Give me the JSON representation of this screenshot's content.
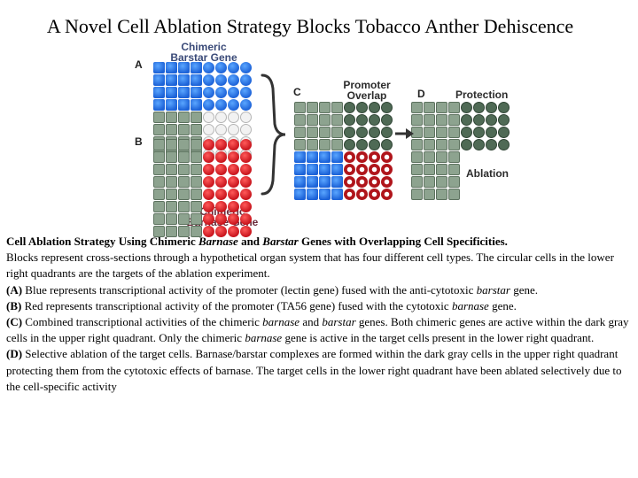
{
  "title": "A Novel Cell Ablation Strategy Blocks Tobacco Anther Dehiscence",
  "figure": {
    "labels": {
      "a": "A",
      "b": "B",
      "c": "C",
      "d": "D"
    },
    "chimeric_barstar": [
      "Chimeric",
      "Barstar Gene"
    ],
    "chimeric_barnase": [
      "Chimeric",
      "Barnase Gene"
    ],
    "promoter_overlap": [
      "Promoter",
      "Overlap"
    ],
    "protection": "Protection",
    "ablation": "Ablation",
    "colors": {
      "barstar": "#1d63d8",
      "barnase": "#c8141c",
      "light_gray": "#8da38f",
      "dark_gray": "#4f6a55"
    }
  },
  "caption": {
    "heading": {
      "p1": "Cell Ablation Strategy Using Chimeric ",
      "barnase": "Barnase",
      "p2": " and ",
      "barstar": "Barstar",
      "p3": " Genes with Overlapping Cell Specificities."
    },
    "intro": "Blocks represent cross-sections through a hypothetical organ system that has four different cell types. The circular cells in the lower right quadrants are the targets of the ablation experiment.",
    "a": {
      "label": "(A)",
      "text": " Blue represents transcriptional activity of the promoter (lectin gene) fused with the anti-cytotoxic ",
      "gene": "barstar",
      "end": " gene."
    },
    "b": {
      "label": "(B)",
      "text": " Red represents transcriptional activity of the promoter (TA56 gene) fused with the cytotoxic ",
      "gene": "barnase",
      "end": " gene."
    },
    "c": {
      "label": "(C)",
      "t1": " Combined transcriptional activities of the chimeric ",
      "g1": "barnase",
      "t2": " and ",
      "g2": "barstar",
      "t3": " genes. Both chimeric genes are active within the dark gray cells in the upper right quadrant. Only the chimeric ",
      "g3": "barnase",
      "t4": " gene is active in the target cells present in the lower right quadrant."
    },
    "d": {
      "label": "(D)",
      "text": " Selective ablation of the target cells. Barnase/barstar complexes are formed within the dark gray cells in the upper right quadrant protecting them from the cytotoxic effects of barnase. The target cells in the lower right quadrant have been ablated selectively due to the cell-specific activity"
    }
  }
}
